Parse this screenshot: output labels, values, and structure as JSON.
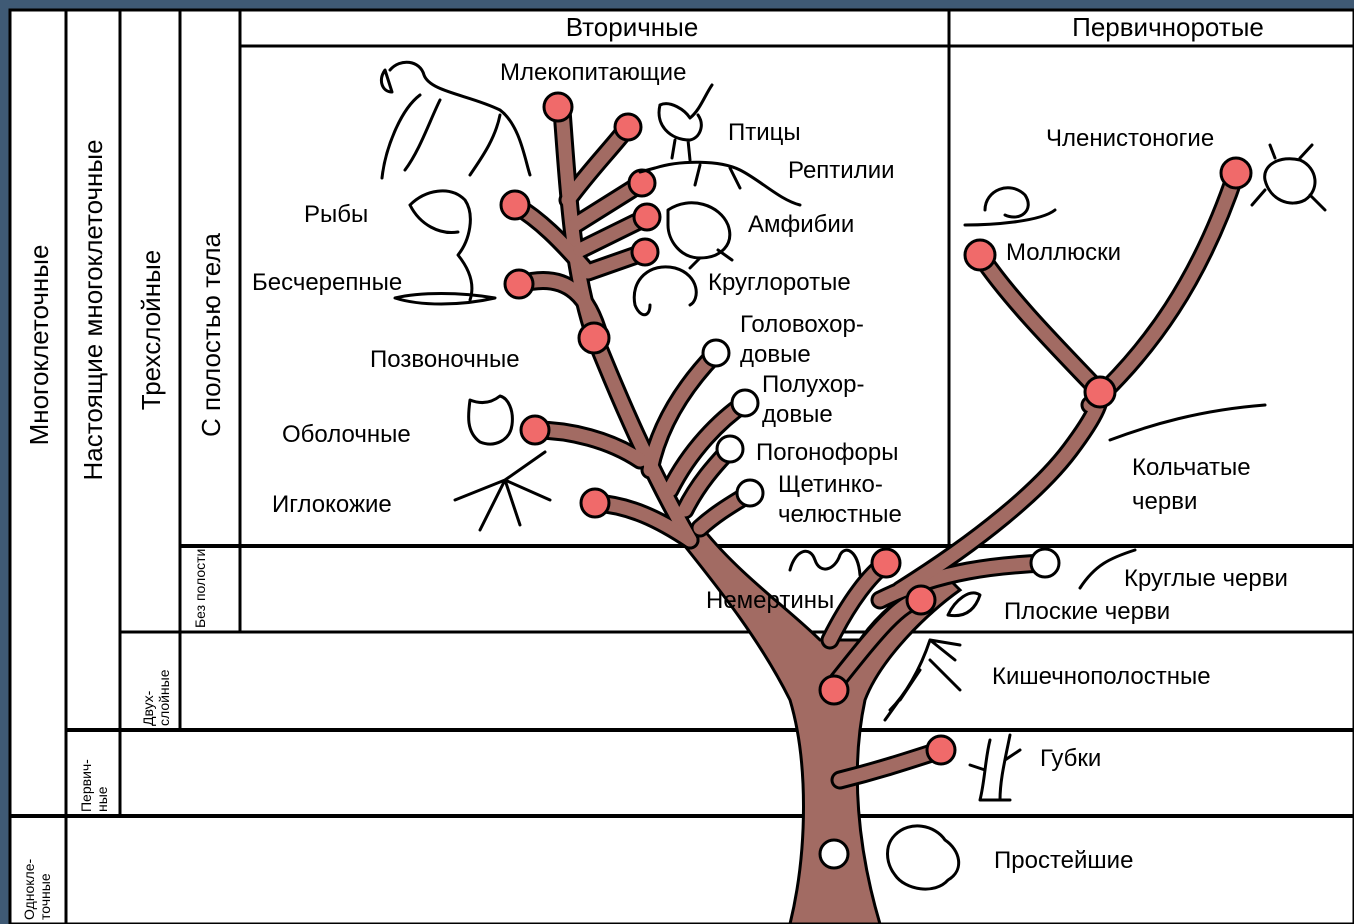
{
  "colors": {
    "frame": "#3f5a75",
    "paper": "#ffffff",
    "trunk": "#a26b63",
    "red_node": "#f06a6a",
    "open_node": "#ffffff"
  },
  "headers": {
    "secondary": "Вторичные",
    "primary_mouth": "Первичноротые"
  },
  "vertical_labels": {
    "multicellular": "Многоклеточные",
    "true_multicellular": "Настоящие многоклеточные",
    "three_layer": "Трехслойные",
    "with_cavity": "С полостью тела",
    "without_cavity": "Без полости",
    "two_layer": "Двух-\nслойные",
    "primary": "Первич-\nные",
    "unicellular": "Однокле-\nточные"
  },
  "taxa": {
    "mammals": "Млекопитающие",
    "birds": "Птицы",
    "reptiles": "Рептилии",
    "fish": "Рыбы",
    "amphibians": "Амфибии",
    "cyclostomes": "Круглоротые",
    "acrania": "Бесчерепные",
    "vertebrates": "Позвоночные",
    "cephalochordates": "Головохор-\nдовые",
    "hemichordates": "Полухор-\nдовые",
    "tunicates": "Оболочные",
    "pogonophora": "Погонофоры",
    "echinoderms": "Иглокожие",
    "chaetognaths": "Щетинко-\nчелюстные",
    "arthropods": "Членистоногие",
    "mollusks": "Моллюски",
    "annelids": "Кольчатые\nчерви",
    "nemerteans": "Немертины",
    "roundworms": "Круглые черви",
    "flatworms": "Плоские черви",
    "cnidarians": "Кишечнополостные",
    "sponges": "Губки",
    "protozoa": "Простейшие"
  }
}
